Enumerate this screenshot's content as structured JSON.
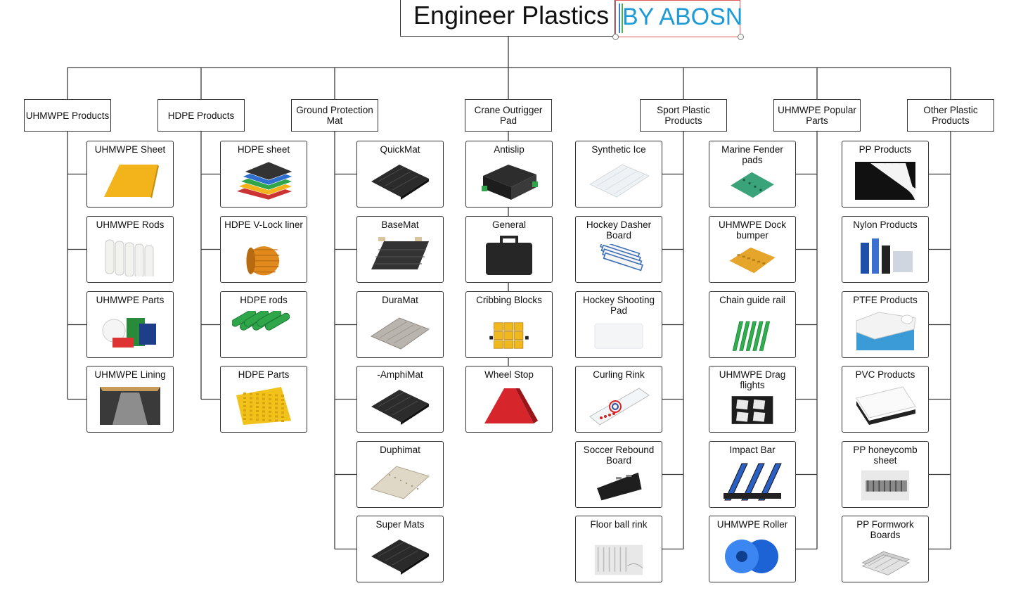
{
  "title": "Engineer Plastics",
  "byline": "BY ABOSN",
  "categories": [
    {
      "label": "UHMWPE Products",
      "items": [
        {
          "label": "UHMWPE Sheet",
          "icon": "uhmwpe-sheet-icon",
          "color": "#f2b31b"
        },
        {
          "label": "UHMWPE Rods",
          "icon": "uhmwpe-rods-icon",
          "color": "#f2f2ef"
        },
        {
          "label": "UHMWPE Parts",
          "icon": "uhmwpe-parts-icon",
          "color": "#2a8a3b"
        },
        {
          "label": "UHMWPE Lining",
          "icon": "uhmwpe-lining-icon",
          "color": "#555555"
        }
      ]
    },
    {
      "label": "HDPE Products",
      "items": [
        {
          "label": "HDPE sheet",
          "icon": "hdpe-sheet-icon",
          "color": "#2e6fcf"
        },
        {
          "label": "HDPE  V-Lock liner",
          "icon": "hdpe-vlock-liner-icon",
          "color": "#e08a1e"
        },
        {
          "label": "HDPE rods",
          "icon": "hdpe-rods-icon",
          "color": "#2fa64a"
        },
        {
          "label": "HDPE Parts",
          "icon": "hdpe-parts-icon",
          "color": "#f0c21a"
        }
      ]
    },
    {
      "label": "Ground Protection Mat",
      "items": [
        {
          "label": "QuickMat",
          "icon": "quickmat-icon",
          "color": "#2b2b2b"
        },
        {
          "label": "BaseMat",
          "icon": "basemat-icon",
          "color": "#333333"
        },
        {
          "label": "DuraMat",
          "icon": "duramat-icon",
          "color": "#b9b4ad"
        },
        {
          "label": "-AmphiMat",
          "icon": "amphimat-icon",
          "color": "#2c2c2c"
        },
        {
          "label": "Duphimat",
          "icon": "duphimat-icon",
          "color": "#e0d8c6"
        },
        {
          "label": "Super Mats",
          "icon": "super-mats-icon",
          "color": "#2a2a2a"
        }
      ]
    },
    {
      "label": "Crane Outrigger Pad",
      "items": [
        {
          "label": "Antislip",
          "icon": "antislip-pad-icon",
          "color": "#2d2d2d"
        },
        {
          "label": "General",
          "icon": "general-pad-icon",
          "color": "#262626"
        },
        {
          "label": "Cribbing Blocks",
          "icon": "cribbing-blocks-icon",
          "color": "#f0b81c"
        },
        {
          "label": "Wheel Stop",
          "icon": "wheel-stop-icon",
          "color": "#d6262b"
        }
      ]
    },
    {
      "label": "Sport Plastic Products",
      "items": [
        {
          "label": "Synthetic Ice",
          "icon": "synthetic-ice-icon",
          "color": "#eef2f5"
        },
        {
          "label": "Hockey Dasher Board",
          "icon": "hockey-dasher-board-icon",
          "color": "#3b6fb8"
        },
        {
          "label": "Hockey Shooting Pad",
          "icon": "hockey-shooting-pad-icon",
          "color": "#f3f5f7"
        },
        {
          "label": "Curling Rink",
          "icon": "curling-rink-icon",
          "color": "#2f4c9c"
        },
        {
          "label": "Soccer Rebound Board",
          "icon": "soccer-rebound-board-icon",
          "color": "#1e1e1e"
        },
        {
          "label": "Floor ball rink",
          "icon": "floor-ball-rink-icon",
          "color": "#e8e8e8"
        }
      ]
    },
    {
      "label": "UHMWPE Popular Parts",
      "items": [
        {
          "label": "Marine Fender pads",
          "icon": "marine-fender-pads-icon",
          "color": "#3aa37a"
        },
        {
          "label": "UHMWPE Dock bumper",
          "icon": "dock-bumper-icon",
          "color": "#e5a52a"
        },
        {
          "label": "Chain guide rail",
          "icon": "chain-guide-rail-icon",
          "color": "#2fb04e"
        },
        {
          "label": "UHMWPE Drag flights",
          "icon": "drag-flights-icon",
          "color": "#e9e9e9"
        },
        {
          "label": "Impact Bar",
          "icon": "impact-bar-icon",
          "color": "#2a5fc4"
        },
        {
          "label": "UHMWPE Roller",
          "icon": "uhmwpe-roller-icon",
          "color": "#1d63d6"
        }
      ]
    },
    {
      "label": "Other Plastic Products",
      "items": [
        {
          "label": "PP Products",
          "icon": "pp-products-icon",
          "color": "#f4f4f4"
        },
        {
          "label": "Nylon Products",
          "icon": "nylon-products-icon",
          "color": "#1f4fa8"
        },
        {
          "label": "PTFE Products",
          "icon": "ptfe-products-icon",
          "color": "#f3f3f3"
        },
        {
          "label": "PVC Products",
          "icon": "pvc-products-icon",
          "color": "#222222"
        },
        {
          "label": "PP honeycomb sheet",
          "icon": "pp-honeycomb-sheet-icon",
          "color": "#8a8a8a"
        },
        {
          "label": "PP Formwork Boards",
          "icon": "pp-formwork-boards-icon",
          "color": "#cfcfcf"
        }
      ]
    }
  ]
}
